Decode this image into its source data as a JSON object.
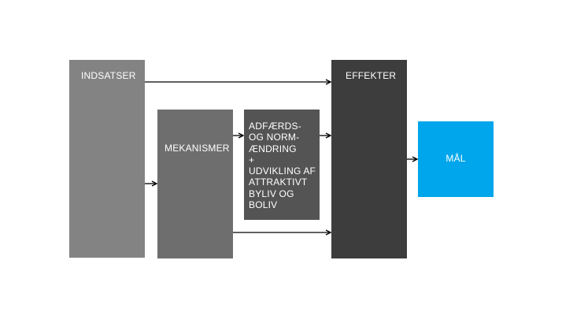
{
  "diagram": {
    "boxes": {
      "indsatser": {
        "label": "INDSATSER",
        "color": "#838383"
      },
      "mekanismer": {
        "label": "MEKANISMER",
        "color": "#6e6e6e"
      },
      "adfaerd": {
        "lines": [
          "ADFÆRDS-",
          "OG NORM-",
          "ÆNDRING",
          "+",
          "UDVIKLING AF",
          "ATTRAKTIVT",
          "BYLIV OG",
          "BOLIV"
        ],
        "color": "#545454"
      },
      "effekter": {
        "label": "EFFEKTER",
        "color": "#3d3d3e"
      },
      "maal": {
        "label": "MÅL",
        "color": "#00a6eb"
      }
    },
    "connections": [
      {
        "from": "indsatser",
        "to": "effekter"
      },
      {
        "from": "indsatser",
        "to": "mekanismer"
      },
      {
        "from": "mekanismer",
        "to": "adfaerd"
      },
      {
        "from": "adfaerd",
        "to": "effekter"
      },
      {
        "from": "mekanismer",
        "to": "effekter"
      },
      {
        "from": "effekter",
        "to": "maal"
      }
    ]
  }
}
